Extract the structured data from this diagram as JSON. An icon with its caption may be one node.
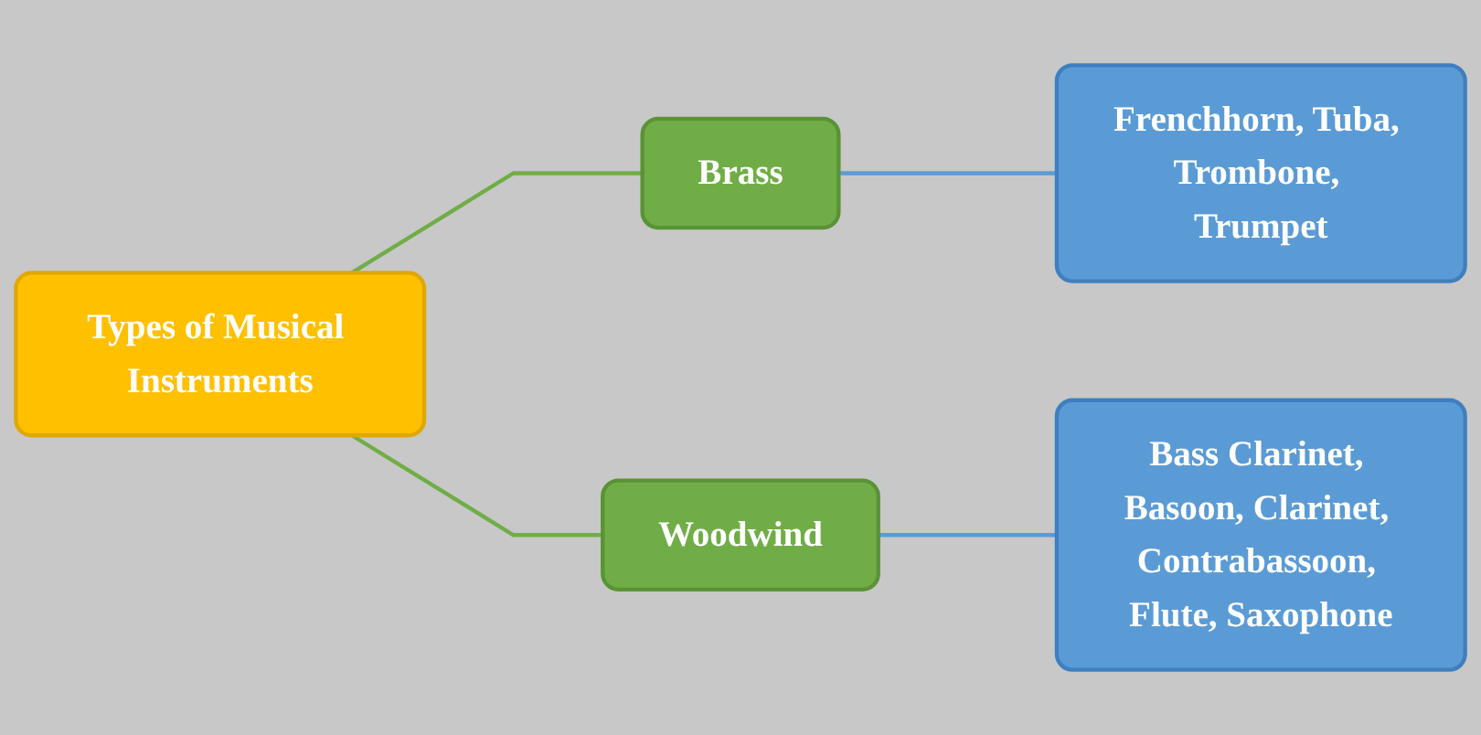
{
  "diagram": {
    "nodes": [
      {
        "text": [
          "Types of Musical Instruments"
        ]
      },
      {
        "text": [
          "Brass"
        ]
      },
      {
        "text": [
          "Woodwind"
        ]
      },
      {
        "text": [
          "Frenchhorn, Tuba, Trombone, Trumpet"
        ]
      },
      {
        "text": [
          "Bass Clarinet, Basoon, Clarinet, Contrabassoon, Flute, Saxophone"
        ]
      }
    ],
    "edges": [
      {
        "from": 0,
        "to": 1,
        "arrow": "none",
        "color": "#70ad47"
      },
      {
        "from": 0,
        "to": 2,
        "arrow": "none",
        "color": "#70ad47"
      },
      {
        "from": 1,
        "to": 3,
        "arrow": "none",
        "color": "#5b9bd5"
      },
      {
        "from": 2,
        "to": 4,
        "arrow": "none",
        "color": "#5b9bd5"
      }
    ]
  }
}
